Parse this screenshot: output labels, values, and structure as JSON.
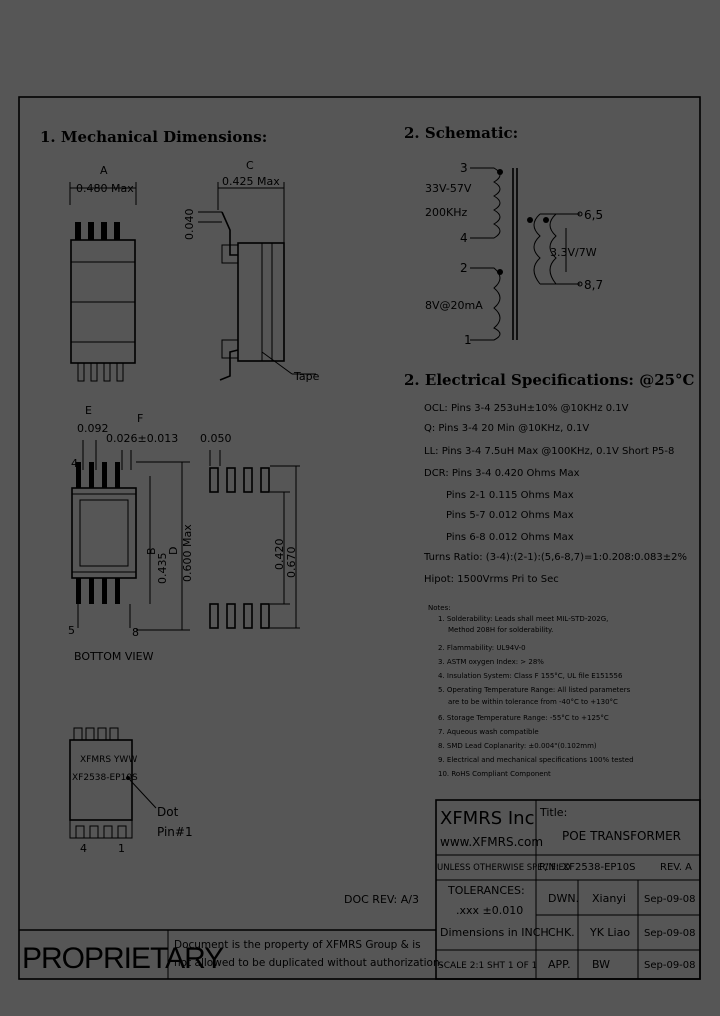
{
  "sections": {
    "mechanical": "1. Mechanical Dimensions:",
    "schematic": "2. Schematic:",
    "electrical": "2. Electrical Specifications: @25°C"
  },
  "mechanical": {
    "dim_a_label": "A",
    "dim_a_value": "0.480 Max",
    "dim_c_label": "C",
    "dim_c_value": "0.425 Max",
    "dim_lead": "0.040",
    "tape_label": "Tape",
    "dim_e_label": "E",
    "dim_e_value": "0.092",
    "dim_f_label": "F",
    "dim_f_value": "0.026±0.013",
    "dim_pad": "0.050",
    "dim_b_label": "B",
    "dim_b_value": "0.435",
    "dim_d_label": "D",
    "dim_d_value": "0.600 Max",
    "dim_pad_h1": "0.420",
    "dim_pad_h2": "0.670",
    "pin_4": "4",
    "pin_5": "5",
    "pin_8": "8",
    "pin_1": "1",
    "bottom_view": "BOTTOM VIEW",
    "marking_line1": "XFMRS YWW",
    "marking_line2": "XF2538-EP10S",
    "dot_label": "Dot",
    "dot_pin": "Pin#1",
    "pin_bot_4": "4",
    "pin_bot_1": "1"
  },
  "schematic": {
    "pin_3": "3",
    "pin_4": "4",
    "pin_2": "2",
    "pin_1": "1",
    "pin_65": "6,5",
    "pin_87": "8,7",
    "primary_v": "33V-57V",
    "primary_f": "200KHz",
    "secondary": "3.3V/7W",
    "aux": "8V@20mA"
  },
  "specs": [
    "OCL: Pins 3-4 253uH±10% @10KHz 0.1V",
    "Q: Pins 3-4 20 Min @10KHz, 0.1V",
    "LL: Pins 3-4 7.5uH Max @100KHz, 0.1V Short P5-8",
    "DCR: Pins 3-4 0.420 Ohms Max",
    "Pins 2-1 0.115 Ohms Max",
    "Pins 5-7 0.012 Ohms Max",
    "Pins 6-8 0.012 Ohms Max",
    "Turns Ratio: (3-4):(2-1):(5,6-8,7)=1:0.208:0.083±2%",
    "Hipot: 1500Vrms Pri to Sec"
  ],
  "notes": {
    "title": "Notes:",
    "items": [
      "1. Solderability: Leads shall meet MIL-STD-202G,",
      "Method 208H for solderability.",
      "2. Flammability: UL94V-0",
      "3. ASTM oxygen Index: > 28%",
      "4. Insulation System: Class F 155°C, UL file E151556",
      "5. Operating Temperature Range: All listed parameters",
      "are to be within tolerance from -40°C to +130°C",
      "6. Storage Temperature Range: -55°C to +125°C",
      "7. Aqueous wash compatible",
      "8. SMD Lead Coplanarity: ±0.004\"(0.102mm)",
      "9. Electrical and mechanical specifications 100% tested",
      "10. RoHS Compliant Component"
    ]
  },
  "title_block": {
    "company": "XFMRS Inc",
    "website": "www.XFMRS.com",
    "title_label": "Title:",
    "title_value": "POE TRANSFORMER",
    "unless": "UNLESS OTHERWISE SPECIFIED",
    "pn": "P/N: XF2538-EP10S",
    "rev": "REV. A",
    "tolerances": "TOLERANCES:",
    "tol_value": ".xxx ±0.010",
    "dims": "Dimensions in INCH",
    "scale": "SCALE 2:1 SHT 1 OF 1",
    "dwn": "DWN.",
    "dwn_name": "Xianyi",
    "dwn_date": "Sep-09-08",
    "chk": "CHK.",
    "chk_name": "YK Liao",
    "chk_date": "Sep-09-08",
    "app": "APP.",
    "app_name": "BW",
    "app_date": "Sep-09-08"
  },
  "doc_rev": "DOC REV: A/3",
  "proprietary": "PROPRIETARY",
  "proprietary_note_1": "Document is the property of XFMRS Group & is",
  "proprietary_note_2": "not allowed to be duplicated without authorization."
}
